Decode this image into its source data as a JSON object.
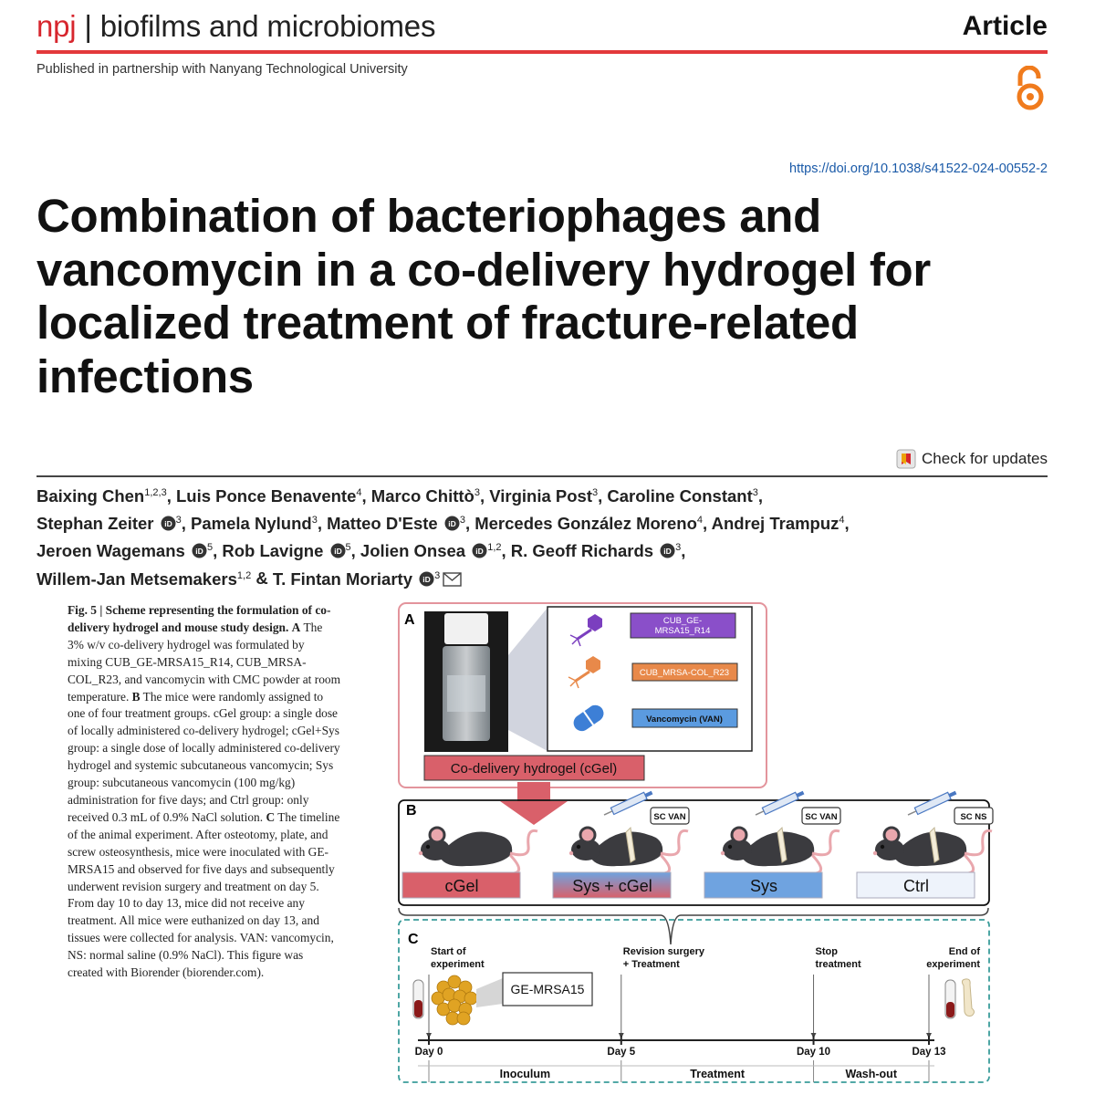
{
  "header": {
    "journal_prefix": "npj",
    "separator": "|",
    "journal_name": "biofilms and microbiomes",
    "article_type": "Article",
    "partnership": "Published in partnership with Nanyang Technological University",
    "doi": "https://doi.org/10.1038/s41522-024-00552-2",
    "brand_color": "#d7262e",
    "open_access_icon": "open-access-icon"
  },
  "title_lines": [
    "Combination of bacteriophages and",
    "vancomycin in a co-delivery hydrogel for",
    "localized treatment of fracture-related",
    "infections"
  ],
  "check_updates": "Check for updates",
  "authors": {
    "line1": [
      {
        "name": "Baixing Chen",
        "sup": "1,2,3",
        "sep": ", "
      },
      {
        "name": "Luis Ponce Benavente",
        "sup": "4",
        "sep": ", "
      },
      {
        "name": "Marco Chittò",
        "sup": "3",
        "sep": ", "
      },
      {
        "name": "Virginia Post",
        "sup": "3",
        "sep": ", "
      },
      {
        "name": "Caroline Constant",
        "sup": "3",
        "sep": ","
      }
    ],
    "line2": [
      {
        "name": "Stephan Zeiter",
        "orcid": true,
        "sup": "3",
        "sep": ", "
      },
      {
        "name": "Pamela Nylund",
        "sup": "3",
        "sep": ", "
      },
      {
        "name": "Matteo D'Este",
        "orcid": true,
        "sup": "3",
        "sep": ", "
      },
      {
        "name": "Mercedes González Moreno",
        "sup": "4",
        "sep": ", "
      },
      {
        "name": "Andrej Trampuz",
        "sup": "4",
        "sep": ","
      }
    ],
    "line3": [
      {
        "name": "Jeroen Wagemans",
        "orcid": true,
        "sup": "5",
        "sep": ", "
      },
      {
        "name": "Rob Lavigne",
        "orcid": true,
        "sup": "5",
        "sep": ", "
      },
      {
        "name": "Jolien Onsea",
        "orcid": true,
        "sup": "1,2",
        "sep": ", "
      },
      {
        "name": "R. Geoff Richards",
        "orcid": true,
        "sup": "3",
        "sep": ","
      }
    ],
    "line4": [
      {
        "name": "Willem-Jan Metsemakers",
        "sup": "1,2",
        "sep": " & "
      },
      {
        "name": "T. Fintan Moriarty",
        "orcid": true,
        "sup": "3",
        "sep": "",
        "mail": true
      }
    ]
  },
  "caption": {
    "label": "Fig. 5 | Scheme representing the formulation of co-delivery hydrogel and mouse study design.",
    "segments": [
      {
        "b": "A",
        "t": " The 3% w/v co-delivery hydrogel was formulated by mixing CUB_GE-MRSA15_R14, CUB_MRSA-COL_R23, and vancomycin with CMC powder at room temperature. "
      },
      {
        "b": "B",
        "t": " The mice were randomly assigned to one of four treatment groups. cGel group: a single dose of locally administered co-delivery hydrogel; cGel+Sys group: a single dose of locally administered co-delivery hydrogel and systemic subcutaneous vancomycin; Sys group: subcutaneous vancomycin (100 mg/kg) administration for five days; and Ctrl group: only received 0.3 mL of 0.9% NaCl solution. "
      },
      {
        "b": "C",
        "t": " The timeline of the animal experiment. After osteotomy, plate, and screw osteosynthesis, mice were inoculated with GE-MRSA15 and observed for five days and subsequently underwent revision surgery and treatment on day 5. From day 10 to day 13, mice did not receive any treatment. All mice were euthanized on day 13, and tissues were collected for analysis. VAN: vancomycin, NS: normal saline (0.9% NaCl). This figure was created with Biorender (biorender.com)."
      }
    ]
  },
  "figure": {
    "panel_a": {
      "label": "A",
      "components": [
        {
          "label": "CUB_GE-\nMRSA15_R14",
          "color": "#8a4fc9"
        },
        {
          "label": "CUB_MRSA-COL_R23",
          "color": "#e8894a"
        },
        {
          "label": "Vancomycin (VAN)",
          "color": "#5b9be0"
        }
      ],
      "hydrogel_label": "Co-delivery hydrogel (cGel)"
    },
    "panel_b": {
      "label": "B",
      "groups": [
        {
          "label": "cGel",
          "badge": ""
        },
        {
          "label": "Sys + cGel",
          "badge": "SC VAN"
        },
        {
          "label": "Sys",
          "badge": "SC VAN"
        },
        {
          "label": "Ctrl",
          "badge": "SC NS"
        }
      ]
    },
    "panel_c": {
      "label": "C",
      "events": [
        {
          "text": "Start of\nexperiment",
          "day": 0
        },
        {
          "text": "Revision surgery\n+ Treatment",
          "day": 5
        },
        {
          "text": "Stop\ntreatment",
          "day": 10
        },
        {
          "text": "End of\nexperiment",
          "day": 13
        }
      ],
      "day_labels": [
        "Day 0",
        "Day 5",
        "Day 10",
        "Day 13"
      ],
      "strain_label": "GE-MRSA15",
      "phases": [
        {
          "label": "Inoculum",
          "from": 0,
          "to": 5
        },
        {
          "label": "Treatment",
          "from": 5,
          "to": 10
        },
        {
          "label": "Wash-out",
          "from": 10,
          "to": 13
        }
      ]
    }
  }
}
